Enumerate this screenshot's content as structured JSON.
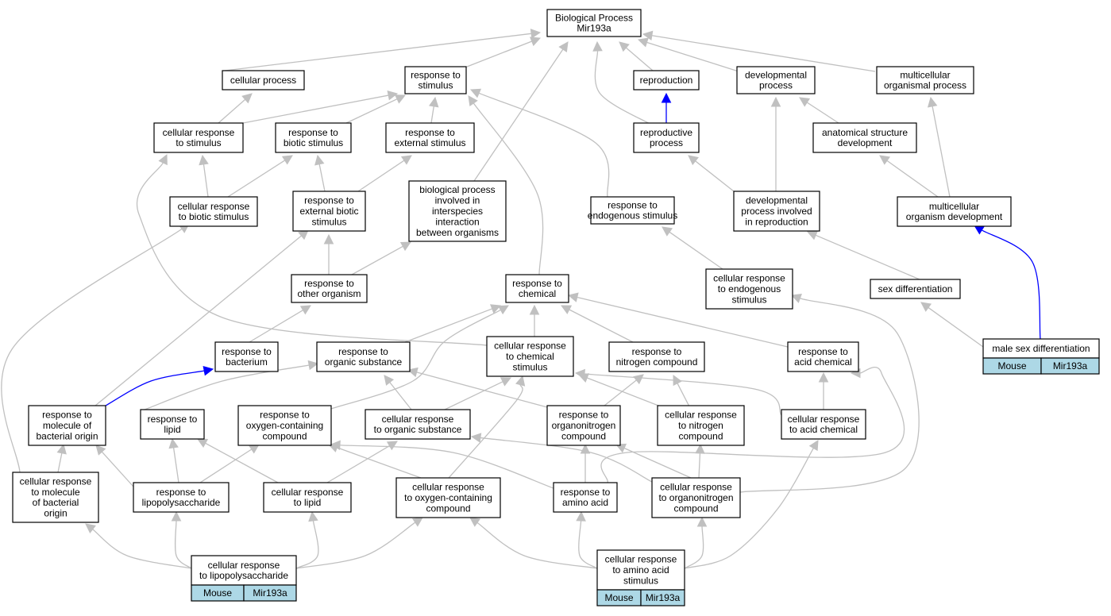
{
  "nodes": {
    "bp": {
      "lines": [
        "Biological Process",
        "Mir193a"
      ]
    },
    "cp": {
      "lines": [
        "cellular process"
      ]
    },
    "rs": {
      "lines": [
        "response to",
        "stimulus"
      ]
    },
    "rep": {
      "lines": [
        "reproduction"
      ]
    },
    "dp": {
      "lines": [
        "developmental",
        "process"
      ]
    },
    "mop": {
      "lines": [
        "multicellular",
        "organismal process"
      ]
    },
    "crs": {
      "lines": [
        "cellular response",
        "to stimulus"
      ]
    },
    "rbs": {
      "lines": [
        "response to",
        "biotic stimulus"
      ]
    },
    "res": {
      "lines": [
        "response to",
        "external stimulus"
      ]
    },
    "rp": {
      "lines": [
        "reproductive",
        "process"
      ]
    },
    "asd": {
      "lines": [
        "anatomical structure",
        "development"
      ]
    },
    "crbs": {
      "lines": [
        "cellular response",
        "to biotic stimulus"
      ]
    },
    "rebs": {
      "lines": [
        "response to",
        "external biotic",
        "stimulus"
      ]
    },
    "bpi": {
      "lines": [
        "biological process",
        "involved in",
        "interspecies",
        "interaction",
        "between organisms"
      ]
    },
    "rends": {
      "lines": [
        "response to",
        "endogenous stimulus"
      ]
    },
    "dpir": {
      "lines": [
        "developmental",
        "process involved",
        "in reproduction"
      ]
    },
    "mod": {
      "lines": [
        "multicellular",
        "organism development"
      ]
    },
    "roo": {
      "lines": [
        "response to",
        "other organism"
      ]
    },
    "rch": {
      "lines": [
        "response to",
        "chemical"
      ]
    },
    "cres": {
      "lines": [
        "cellular response",
        "to endogenous",
        "stimulus"
      ]
    },
    "sd": {
      "lines": [
        "sex differentiation"
      ]
    },
    "rb": {
      "lines": [
        "response to",
        "bacterium"
      ]
    },
    "ros": {
      "lines": [
        "response to",
        "organic substance"
      ]
    },
    "crcs": {
      "lines": [
        "cellular response",
        "to chemical",
        "stimulus"
      ]
    },
    "rnc": {
      "lines": [
        "response to",
        "nitrogen compound"
      ]
    },
    "rac": {
      "lines": [
        "response to",
        "acid chemical"
      ]
    },
    "msd": {
      "lines": [
        "male sex differentiation"
      ],
      "tags": [
        "Mouse",
        "Mir193a"
      ]
    },
    "rmbo": {
      "lines": [
        "response to",
        "molecule of",
        "bacterial origin"
      ]
    },
    "rl": {
      "lines": [
        "response to",
        "lipid"
      ]
    },
    "rocc": {
      "lines": [
        "response to",
        "oxygen-containing",
        "compound"
      ]
    },
    "cros": {
      "lines": [
        "cellular response",
        "to organic substance"
      ]
    },
    "ronc": {
      "lines": [
        "response to",
        "organonitrogen",
        "compound"
      ]
    },
    "crnc": {
      "lines": [
        "cellular response",
        "to nitrogen",
        "compound"
      ]
    },
    "crac": {
      "lines": [
        "cellular response",
        "to acid chemical"
      ]
    },
    "crmbo": {
      "lines": [
        "cellular response",
        "to molecule",
        "of bacterial",
        "origin"
      ]
    },
    "rlps": {
      "lines": [
        "response to",
        "lipopolysaccharide"
      ]
    },
    "crl": {
      "lines": [
        "cellular response",
        "to lipid"
      ]
    },
    "crocc": {
      "lines": [
        "cellular response",
        "to oxygen-containing",
        "compound"
      ]
    },
    "raa": {
      "lines": [
        "response to",
        "amino acid"
      ]
    },
    "cronc": {
      "lines": [
        "cellular response",
        "to organonitrogen",
        "compound"
      ]
    },
    "crlps": {
      "lines": [
        "cellular response",
        "to lipopolysaccharide"
      ],
      "tags": [
        "Mouse",
        "Mir193a"
      ]
    },
    "craa": {
      "lines": [
        "cellular response",
        "to amino acid",
        "stimulus"
      ],
      "tags": [
        "Mouse",
        "Mir193a"
      ]
    }
  },
  "colors": {
    "edge": "#c0c0c0",
    "highlight_edge": "#0000ff",
    "tag_fill": "#add8e6",
    "node_border": "#000000"
  }
}
